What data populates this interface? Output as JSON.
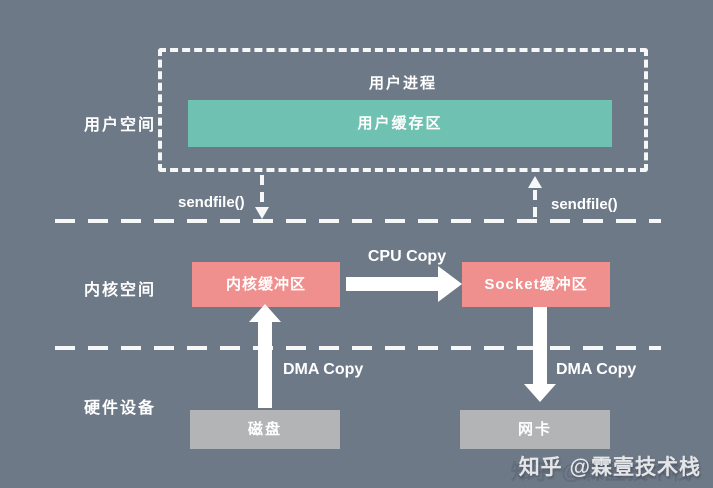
{
  "diagram": {
    "layers": {
      "user_space": "用户空间",
      "kernel_space": "内核空间",
      "hardware": "硬件设备"
    },
    "nodes": {
      "user_process": "用户进程",
      "user_buffer": "用户缓存区",
      "kernel_buffer": "内核缓冲区",
      "socket_buffer": "Socket缓冲区",
      "disk": "磁盘",
      "nic": "网卡"
    },
    "edges": {
      "sendfile_left": "sendfile()",
      "sendfile_right": "sendfile()",
      "cpu_copy": "CPU Copy",
      "dma_copy_left": "DMA Copy",
      "dma_copy_right": "DMA Copy"
    },
    "watermark": "知乎 @霖壹技术栈",
    "colors": {
      "background": "#6e7988",
      "dashed_line": "#f6f7f7",
      "user_buffer_fill": "#6fc2b1",
      "kernel_buffer_fill": "#ef8f8e",
      "hardware_box_fill": "#b2b4b6",
      "text": "#ffffff"
    }
  }
}
